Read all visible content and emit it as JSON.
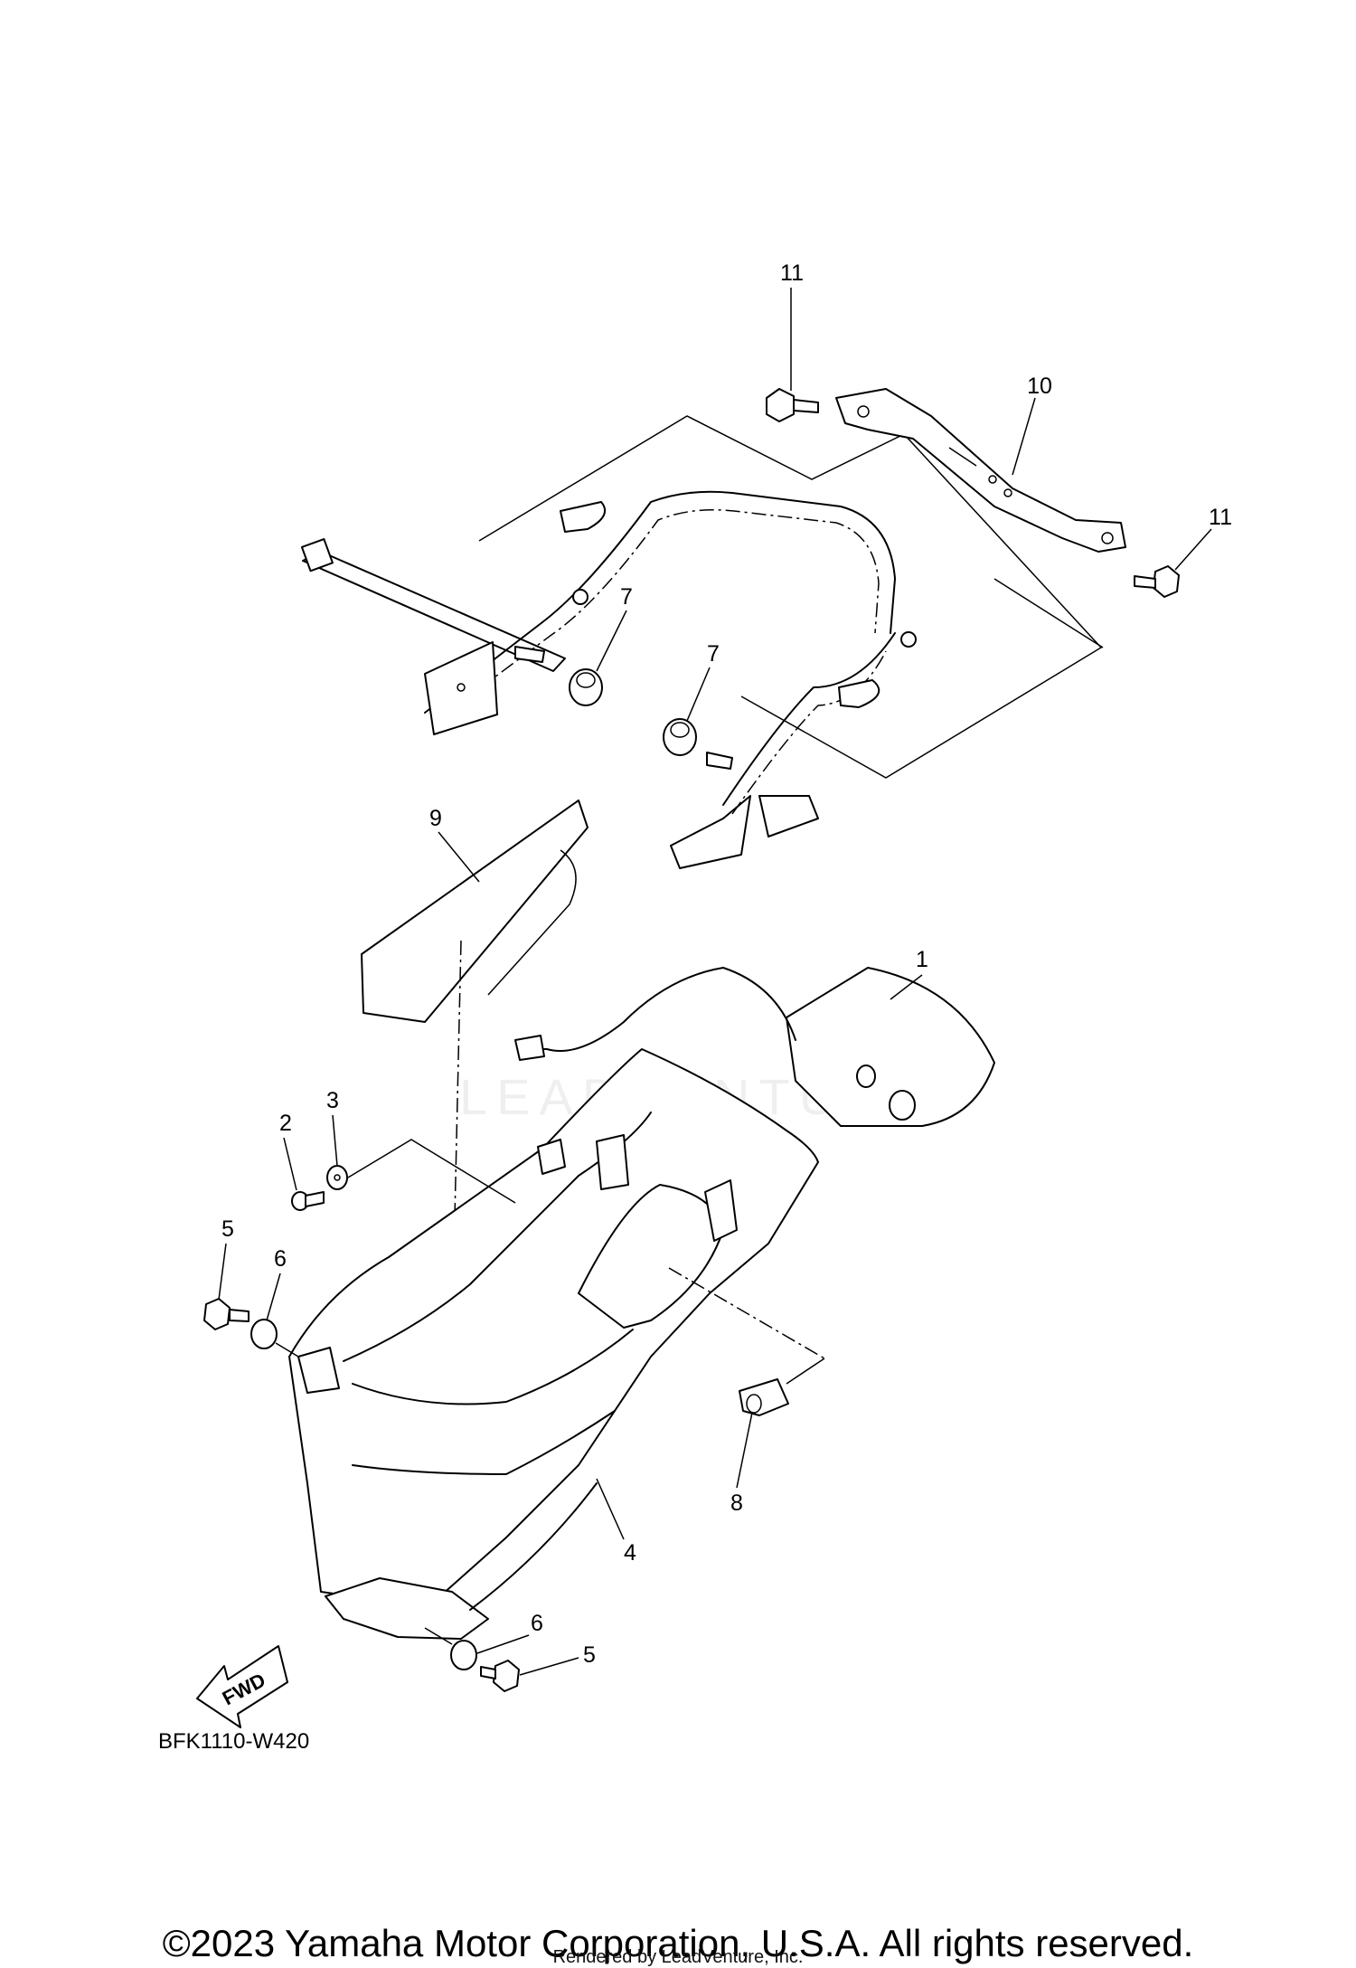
{
  "diagram": {
    "callouts": {
      "c1": "1",
      "c2": "2",
      "c3": "3",
      "c4": "4",
      "c5a": "5",
      "c5b": "5",
      "c6a": "6",
      "c6b": "6",
      "c7a": "7",
      "c7b": "7",
      "c8": "8",
      "c9": "9",
      "c10": "10",
      "c11a": "11",
      "c11b": "11"
    },
    "fwd_label": "FWD",
    "reference_code": "BFK1110-W420"
  },
  "watermark": "LEADVENTURE",
  "footer": {
    "copyright": "©2023 Yamaha Motor Corporation, U.S.A. All rights reserved.",
    "rendered_by": "Rendered by LeadVenture, Inc."
  }
}
